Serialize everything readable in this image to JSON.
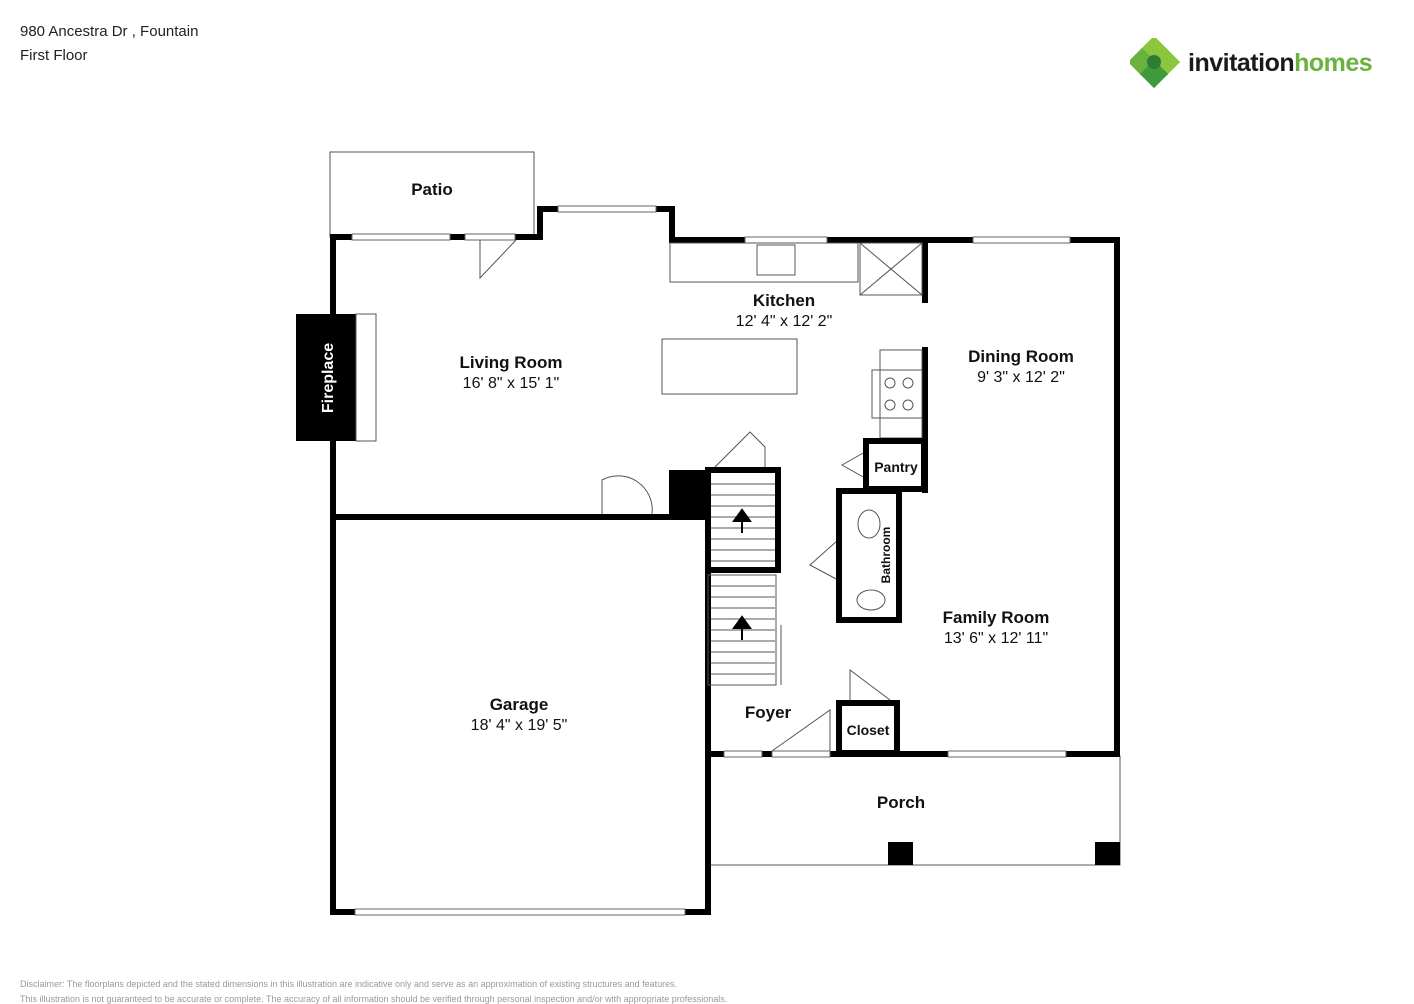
{
  "header": {
    "address": "980 Ancestra Dr , Fountain",
    "floor": "First Floor"
  },
  "logo": {
    "part1": "invitation",
    "part2": "homes",
    "brand_color": "#6ab23e"
  },
  "rooms": {
    "patio": {
      "name": "Patio"
    },
    "kitchen": {
      "name": "Kitchen",
      "dims": "12' 4\" x 12' 2\""
    },
    "living": {
      "name": "Living Room",
      "dims": "16' 8\" x 15' 1\""
    },
    "dining": {
      "name": "Dining Room",
      "dims": "9' 3\" x 12' 2\""
    },
    "fireplace": {
      "name": "Fireplace"
    },
    "pantry": {
      "name": "Pantry"
    },
    "bathroom": {
      "name": "Bathroom"
    },
    "family": {
      "name": "Family Room",
      "dims": "13' 6\" x 12' 11\""
    },
    "garage": {
      "name": "Garage",
      "dims": "18' 4\" x 19' 5\""
    },
    "foyer": {
      "name": "Foyer"
    },
    "closet": {
      "name": "Closet"
    },
    "porch": {
      "name": "Porch"
    }
  },
  "disclaimer": {
    "line1": "Disclaimer: The floorplans depicted and the stated dimensions in this illustration are indicative only and serve as an approximation of existing structures and features.",
    "line2": "This illustration is not guaranteed to be accurate or complete. The accuracy of all information should be verified through personal inspection and/or with appropriate professionals."
  }
}
